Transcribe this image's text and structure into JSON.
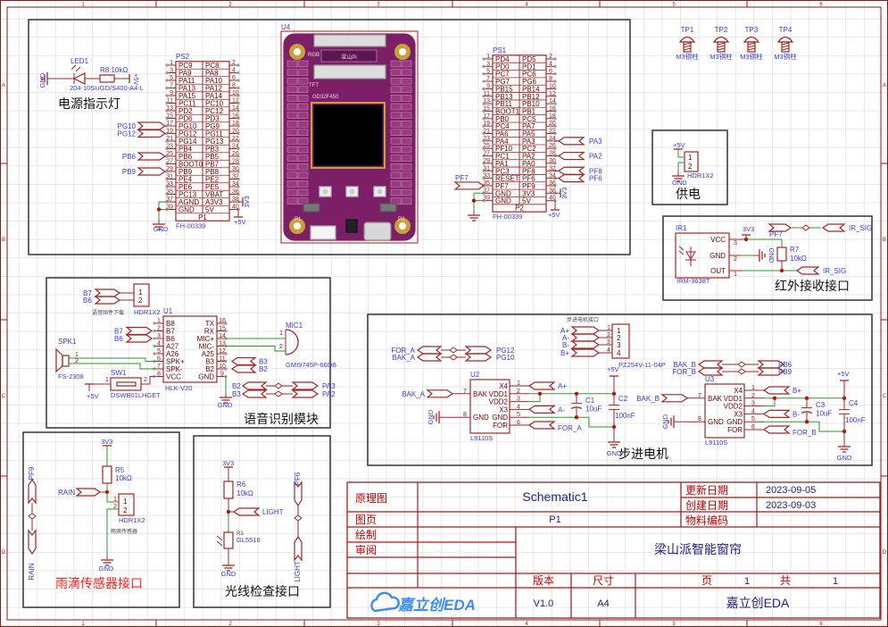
{
  "colors": {
    "wire": "#a32626",
    "net_wire": "#2b9a2b",
    "net_text": "#3a3ad8",
    "frame": "#333333",
    "title_block": "#a31a1a",
    "board": "#7d1f66",
    "board_gold": "#c9a03a"
  },
  "sheet": {
    "col_labels": [
      "1",
      "2",
      "3",
      "4",
      "5",
      "6"
    ],
    "row_labels": [
      "A",
      "B",
      "C",
      "D"
    ]
  },
  "power_led": {
    "title": "电源指示灯",
    "led_ref": "LED1",
    "led_part": "204-10SUGD/S400-A4-L",
    "res_label": "R8 10kΩ",
    "gnd": "GND",
    "vcc": "+5V"
  },
  "mcu_board": {
    "ref": "U4",
    "silk_rgb": "RGB",
    "silk_tft": "TFT",
    "silk_chip": "GD32F450",
    "silk_brand": "梁山Pi",
    "silk_p1": "P1",
    "silk_p2": "P2"
  },
  "ps2": {
    "ref": "PS2",
    "part": "FH-00339",
    "footer": "P1",
    "gnd": "GND",
    "vcc": "+5V",
    "v33": "3V3",
    "rows": [
      [
        "1",
        "PC9",
        "PC8",
        "2"
      ],
      [
        "3",
        "PA9",
        "PA8",
        "4"
      ],
      [
        "5",
        "PA11",
        "PA10",
        "6"
      ],
      [
        "7",
        "PA13",
        "PA12",
        "8"
      ],
      [
        "9",
        "PA15",
        "PA14",
        "10"
      ],
      [
        "11",
        "PC11",
        "PC10",
        "12"
      ],
      [
        "13",
        "PD2",
        "PC12",
        "14"
      ],
      [
        "15",
        "PD6",
        "PD3",
        "16"
      ],
      [
        "17",
        "PG10",
        "PG9",
        "18"
      ],
      [
        "19",
        "PG12",
        "PG11",
        "20"
      ],
      [
        "21",
        "PG14",
        "PG13",
        "22"
      ],
      [
        "23",
        "PB4",
        "PB3",
        "24"
      ],
      [
        "25",
        "PB6",
        "PB5",
        "26"
      ],
      [
        "27",
        "BOOT0",
        "PB7",
        "28"
      ],
      [
        "29",
        "PB9",
        "PB8",
        "30"
      ],
      [
        "31",
        "PE4",
        "PE2",
        "32"
      ],
      [
        "33",
        "PE6",
        "PE5",
        "34"
      ],
      [
        "35",
        "PC13",
        "VBAT",
        "36"
      ],
      [
        "37",
        "AGND",
        "A3V3",
        "38"
      ],
      [
        "39",
        "GND",
        "5V",
        "40"
      ]
    ],
    "flags": [
      "PG10",
      "PG12",
      "PB6",
      "PB9"
    ]
  },
  "ps1": {
    "ref": "PS1",
    "part": "FH-00339",
    "footer": "P2",
    "gnd": "GND",
    "vcc": "+5V",
    "v33": "3V3",
    "rows": [
      [
        "1",
        "PD4",
        "PD5",
        "2"
      ],
      [
        "3",
        "PD0",
        "PD1",
        "4"
      ],
      [
        "5",
        "PC7",
        "PC6",
        "6"
      ],
      [
        "7",
        "PG7",
        "PG6",
        "8"
      ],
      [
        "9",
        "PB15",
        "PB14",
        "10"
      ],
      [
        "11",
        "PB13",
        "PB12",
        "12"
      ],
      [
        "13",
        "PB11",
        "PB10",
        "14"
      ],
      [
        "15",
        "BOOT1",
        "PB1",
        "16"
      ],
      [
        "17",
        "PB0",
        "PC5",
        "18"
      ],
      [
        "19",
        "PC4",
        "PA7",
        "20"
      ],
      [
        "21",
        "PA6",
        "PA5",
        "22"
      ],
      [
        "23",
        "PA4",
        "PA3",
        "24"
      ],
      [
        "25",
        "PF10",
        "PC2",
        "26"
      ],
      [
        "27",
        "PC1",
        "PA2",
        "28"
      ],
      [
        "29",
        "PA1",
        "PA0",
        "30"
      ],
      [
        "31",
        "PC3",
        "PF8",
        "32"
      ],
      [
        "33",
        "RESET",
        "PF6",
        "34"
      ],
      [
        "35",
        "PF7",
        "PF9",
        "36"
      ],
      [
        "37",
        "GND",
        "3V3",
        "38"
      ],
      [
        "39",
        "GND",
        "5V",
        "40"
      ]
    ],
    "flags_right": [
      "PA3",
      "PA2",
      "PF8",
      "PF6"
    ],
    "flag_left": "PF7"
  },
  "test_points": [
    {
      "ref": "TP1",
      "part": "M3铜柱"
    },
    {
      "ref": "TP2",
      "part": "M3铜柱"
    },
    {
      "ref": "TP3",
      "part": "M3铜柱"
    },
    {
      "ref": "TP4",
      "part": "M3铜柱"
    }
  ],
  "power_supply": {
    "title": "供电",
    "vcc": "+5V",
    "pins": [
      "1",
      "2"
    ],
    "part": "HDR1X2",
    "gnd": "GND"
  },
  "ir": {
    "title": "红外接收接口",
    "ref": "IR1",
    "part": "IRM-3638T",
    "pins": [
      {
        "name": "VCC",
        "num": "3"
      },
      {
        "name": "GND",
        "num": "2"
      },
      {
        "name": "OUT",
        "num": "1"
      }
    ],
    "v33": "3V3",
    "gnd": "GND",
    "r_ref": "R7",
    "r_val": "10kΩ",
    "net_pf7": "PF7",
    "net_sig_top": "IR_SIG",
    "net_sig": "IR_SIG"
  },
  "voice": {
    "title": "语音识别模块",
    "dl_header": {
      "pins": [
        "1",
        "2"
      ],
      "part": "HDR1X2",
      "note": "语音固件下载",
      "flags": [
        "B7",
        "B6"
      ]
    },
    "u1": {
      "ref": "U1",
      "part": "HLK-V20",
      "left_pins": [
        [
          "1",
          "B8"
        ],
        [
          "2",
          "B7"
        ],
        [
          "3",
          "B6"
        ],
        [
          "4",
          "A27"
        ],
        [
          "5",
          "A26"
        ],
        [
          "6",
          "SPK+"
        ],
        [
          "7",
          "SPK-"
        ],
        [
          "8",
          "VCC"
        ]
      ],
      "right_pins": [
        [
          "16",
          "TX"
        ],
        [
          "15",
          "RX"
        ],
        [
          "14",
          "MIC+"
        ],
        [
          "13",
          "MIC-"
        ],
        [
          "12",
          "A25"
        ],
        [
          "11",
          "B3"
        ],
        [
          "10",
          "B2"
        ],
        [
          "9",
          "GND"
        ]
      ]
    },
    "u1_flags_left": [
      "B7",
      "B6"
    ],
    "u1_flags_right": [
      "B3",
      "B2"
    ],
    "mic": {
      "ref": "MIC1",
      "part": "GMI9745P-66DB",
      "pins": [
        "1",
        "2"
      ]
    },
    "spk": {
      "ref": "SPK1",
      "part": "FS-2308",
      "pins": [
        "1",
        "2"
      ]
    },
    "sw": {
      "ref": "SW1",
      "part": "DSWB01LHGET",
      "pins": [
        "1",
        "2"
      ]
    },
    "vcc": "+5V",
    "gnd": "GND",
    "bridge_left": [
      "B2",
      "B3"
    ],
    "bridge_right": [
      "PA3",
      "PA2"
    ]
  },
  "stepper": {
    "title": "步进电机",
    "conn": {
      "note": "步进电机接口",
      "part": "PZ254V-11-04P",
      "pins": [
        "1",
        "2",
        "3",
        "4"
      ],
      "flags": [
        "A+",
        "A-",
        "B-",
        "B+"
      ]
    },
    "bridge_a": {
      "left": [
        "FOR_A",
        "BAK_A"
      ],
      "right": [
        "PG12",
        "PG10"
      ]
    },
    "bridge_b": {
      "left": [
        "BAK_B",
        "FOR_B"
      ],
      "right": [
        "PB6",
        "PB9"
      ]
    },
    "left_pins": [
      [
        "7",
        "BAK"
      ],
      [
        "8",
        "GND"
      ]
    ],
    "right_pins": [
      [
        "1",
        "X4"
      ],
      [
        "2",
        "VDD1"
      ],
      [
        "3",
        "VDD2"
      ],
      [
        "4",
        "X3"
      ],
      [
        "5",
        "GND"
      ],
      [
        "6",
        "FOR"
      ]
    ],
    "drivers": [
      {
        "ref": "U2",
        "part": "L9110S",
        "bak_net": "BAK_A",
        "out_flags": [
          "A+",
          "A-",
          "FOR_A"
        ],
        "c_el": {
          "ref": "C1",
          "val": "10uF"
        },
        "c_cer": {
          "ref": "C2",
          "val": "100nF"
        }
      },
      {
        "ref": "U3",
        "part": "L9110S",
        "bak_net": "BAK_B",
        "out_flags": [
          "B+",
          "B-",
          "FOR_B"
        ],
        "c_el": {
          "ref": "C3",
          "val": "10uF"
        },
        "c_cer": {
          "ref": "C4",
          "val": "100nF"
        }
      }
    ],
    "vcc": "+5V",
    "gnd": "GND"
  },
  "rain": {
    "title": "雨滴传感器接口",
    "v33": "3V3",
    "r_ref": "R5",
    "r_val": "10kΩ",
    "net": "RAIN",
    "header_pins": [
      "1",
      "2"
    ],
    "part": "HDR1X2",
    "note": "雨滴传感器",
    "gnd": "GND",
    "bridge_top": "PF9",
    "bridge_bottom": "RAIN"
  },
  "light": {
    "title": "光线检查接口",
    "v33": "3V3",
    "r_ref": "R6",
    "r_val": "10kΩ",
    "net": "LIGHT",
    "ldr_ref": "R3",
    "ldr_part": "GL5516",
    "gnd": "GND",
    "bridge_top": "PF6",
    "bridge_bottom": "LIGHT"
  },
  "title_block": {
    "schematic_label": "原理图",
    "schematic_name": "Schematic1",
    "updated_label": "更新日期",
    "updated": "2023-09-05",
    "created_label": "创建日期",
    "created": "2023-09-03",
    "page_label": "图页",
    "page_name": "P1",
    "material_label": "物料编码",
    "drawn_label": "绘制",
    "review_label": "审阅",
    "project": "梁山派智能窗帘",
    "version_label": "版本",
    "version": "V1.0",
    "size_label": "尺寸",
    "size": "A4",
    "page_word": "页",
    "page_num": "1",
    "total_word": "共",
    "total_num": "1",
    "logo": "嘉立创EDA",
    "company": "嘉立创EDA"
  }
}
